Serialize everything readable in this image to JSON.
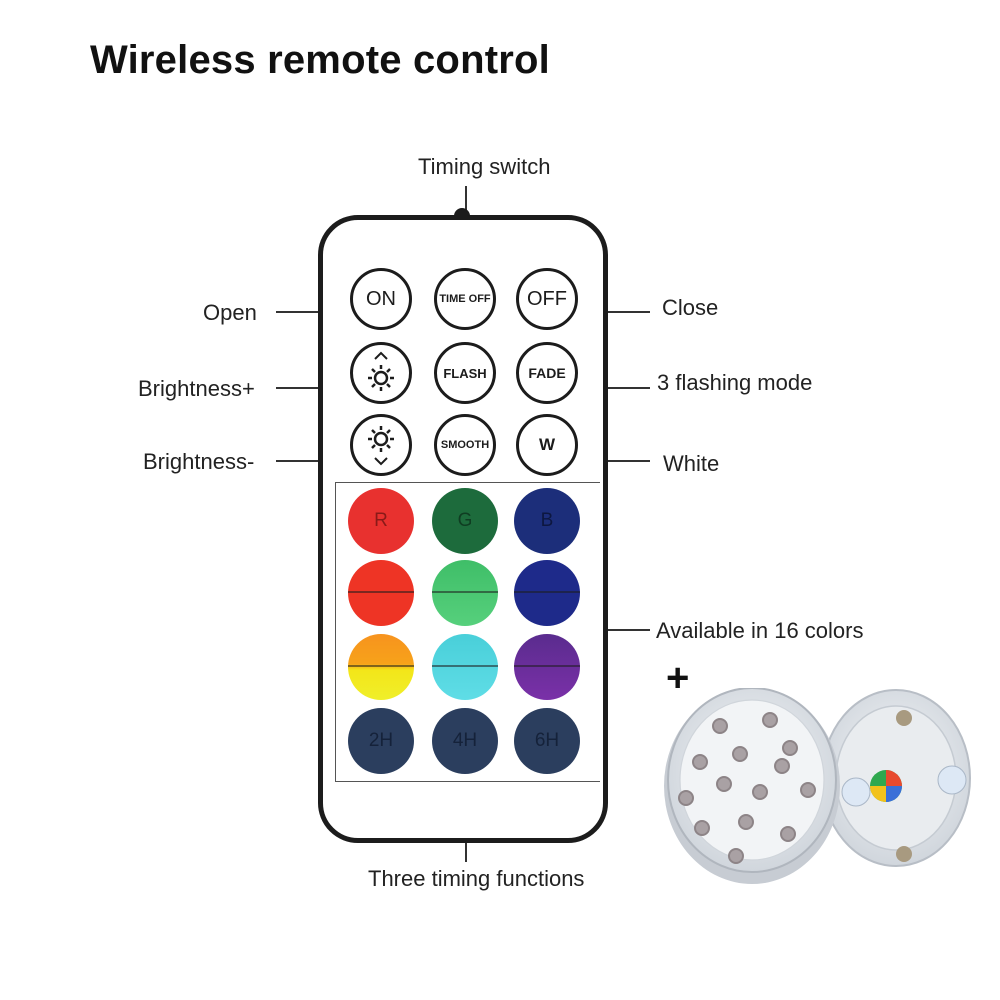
{
  "title": "Wireless remote control",
  "callouts": {
    "timing_switch": "Timing switch",
    "open": "Open",
    "close": "Close",
    "brightness_up": "Brightness+",
    "flashing_mode": "3 flashing mode",
    "brightness_down": "Brightness-",
    "white": "White",
    "colors": "Available in 16 colors",
    "timing_functions": "Three timing functions"
  },
  "buttons": {
    "on": "ON",
    "time_off": "TIME OFF",
    "off": "OFF",
    "flash": "FLASH",
    "fade": "FADE",
    "smooth": "SMOOTH",
    "w": "W",
    "r": "R",
    "g": "G",
    "b": "B",
    "t2h": "2H",
    "t4h": "4H",
    "t6h": "6H"
  },
  "plus_sign": "+",
  "colors": {
    "red": "#e8312f",
    "green": "#1d6b3c",
    "blue": "#1c2e7a",
    "red2": "#ee3425",
    "green2": "#44c56e",
    "blue2": "#1e2a8a",
    "orange_yellow": "#f7a21a",
    "cyan": "#4ad2dc",
    "purple": "#6a2ea0",
    "timer": "#2b3e5e"
  }
}
